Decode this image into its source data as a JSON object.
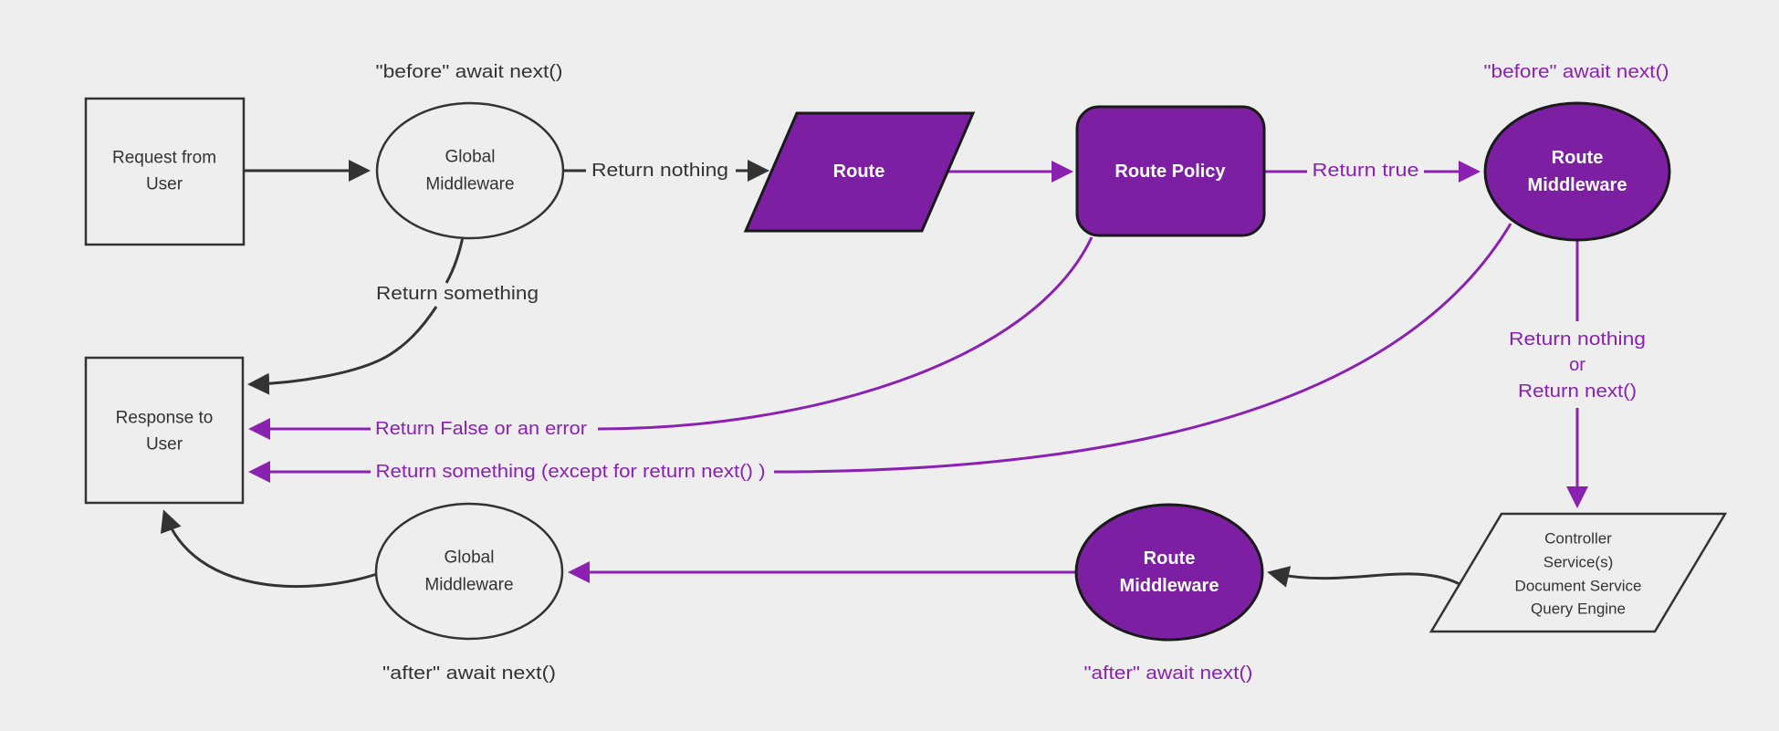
{
  "colors": {
    "bg": "#eeeeee",
    "dark": "#333333",
    "near_black": "#1a1a1a",
    "purple_fill": "#7d1fa2",
    "purple_line": "#8b21b0",
    "white": "#ffffff"
  },
  "nodes": {
    "request_box": {
      "lines": [
        "Request from",
        "User"
      ]
    },
    "global_middleware_top": {
      "lines": [
        "Global",
        "Middleware"
      ]
    },
    "route": {
      "label": "Route"
    },
    "route_policy": {
      "label": "Route Policy"
    },
    "route_middleware_top": {
      "lines": [
        "Route",
        "Middleware"
      ]
    },
    "services": {
      "lines": [
        "Controller",
        "Service(s)",
        "Document Service",
        "Query Engine"
      ]
    },
    "route_middleware_bottom": {
      "lines": [
        "Route",
        "Middleware"
      ]
    },
    "global_middleware_bottom": {
      "lines": [
        "Global",
        "Middleware"
      ]
    },
    "response_box": {
      "lines": [
        "Response to",
        "User"
      ]
    }
  },
  "edge_labels": {
    "before_await_next_black": "\"before\" await next()",
    "return_nothing": "Return nothing",
    "return_true": "Return true",
    "before_await_next_purple": "\"before\" await next()",
    "return_nothing_or_next": [
      "Return nothing",
      "or",
      "Return next()"
    ],
    "return_false_or_error": "Return False or an error",
    "return_something_except_next": "Return something (except for return next() )",
    "return_something": "Return something",
    "after_await_next_purple": "\"after\" await next()",
    "after_await_next_black": "\"after\" await next()"
  }
}
